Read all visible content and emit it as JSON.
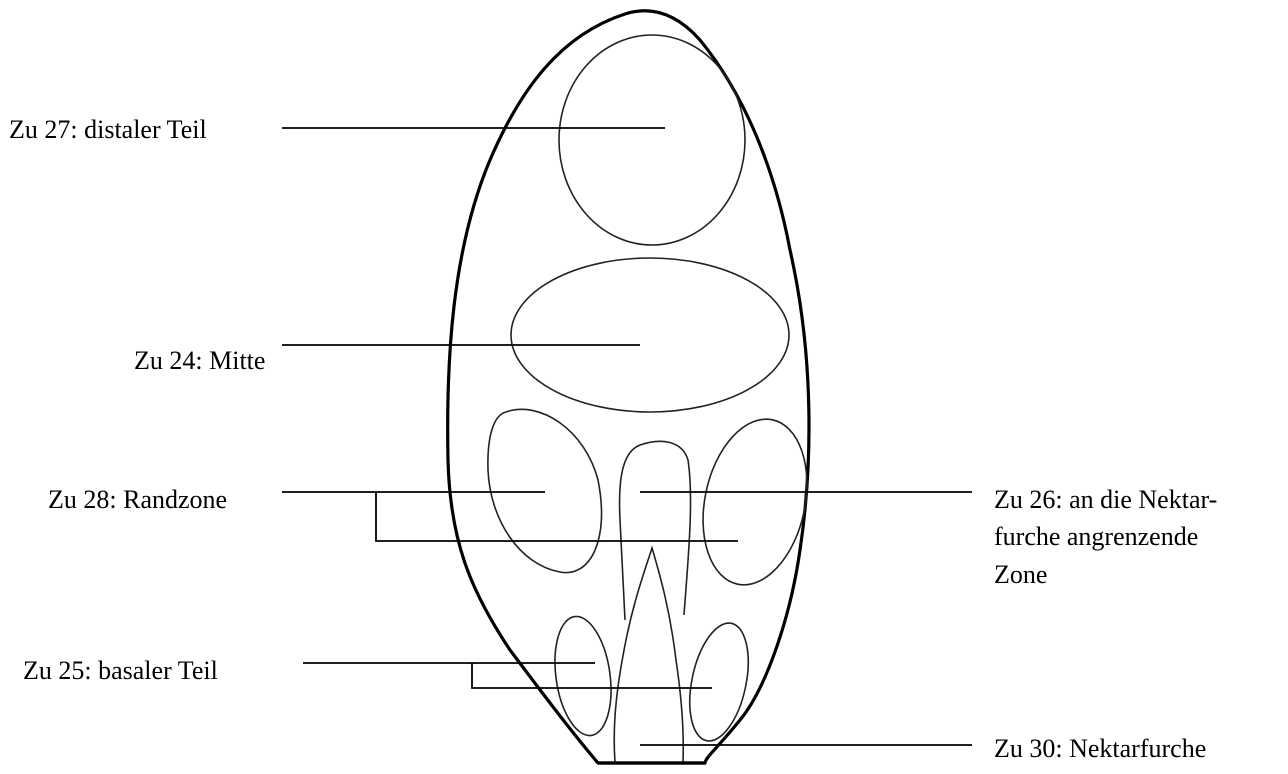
{
  "labels": {
    "distal": "Zu 27: distaler Teil",
    "mitte": "Zu 24: Mitte",
    "randzone": "Zu 28: Randzone",
    "basal": "Zu 25: basaler Teil",
    "nektar_zone_line1": "Zu 26: an die Nektar-",
    "nektar_zone_line2": "furche angrenzende",
    "nektar_zone_line3": "Zone",
    "nektarfurche": "Zu 30: Nektarfurche"
  },
  "colors": {
    "outline": "#000000",
    "zone_stroke": "#222222",
    "leader": "#000000",
    "background": "#ffffff"
  }
}
